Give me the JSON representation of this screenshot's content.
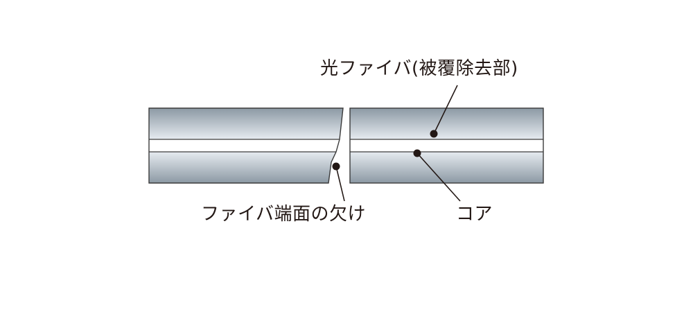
{
  "labels": {
    "fiber_stripped": "光ファイバ(被覆除去部)",
    "end_face_chip": "ファイバ端面の欠け",
    "core": "コア"
  },
  "colors": {
    "cladding_top": "#8c99a4",
    "cladding_mid": "#e4eaef",
    "outline": "#3a3a3a",
    "core_fill": "#ffffff",
    "marker": "#231815"
  }
}
